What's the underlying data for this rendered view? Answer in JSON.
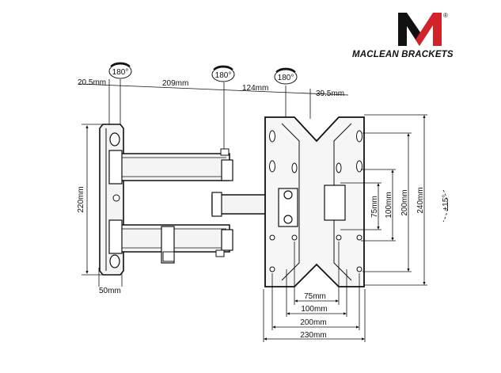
{
  "brand": {
    "name": "MACLEAN BRACKETS",
    "trademark": "®",
    "colors": {
      "red": "#d2232a",
      "black": "#111111"
    }
  },
  "rotation_labels": [
    "180°",
    "180°",
    "180°"
  ],
  "top_dimensions": [
    "20.5mm",
    "209mm",
    "124mm",
    "39.5mm"
  ],
  "left_dimensions": {
    "height": "220mm",
    "width": "50mm"
  },
  "right_dimensions": [
    "75mm",
    "100mm",
    "200mm",
    "240mm"
  ],
  "tilt_label": "±15°",
  "bottom_dimensions": [
    "75mm",
    "100mm",
    "200mm",
    "230mm"
  ]
}
